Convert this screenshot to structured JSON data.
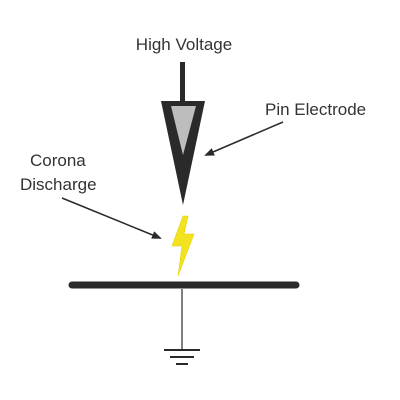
{
  "labels": {
    "high_voltage": "High Voltage",
    "pin_electrode": "Pin Electrode",
    "corona_line1": "Corona",
    "corona_line2": "Discharge"
  },
  "colors": {
    "stroke": "#2a2a2a",
    "pin_fill": "#bdbdbd",
    "spark": "#f2e21f",
    "text": "#333333"
  },
  "icons": {
    "discharge": "lightning-bolt-icon",
    "ground": "ground-icon"
  }
}
